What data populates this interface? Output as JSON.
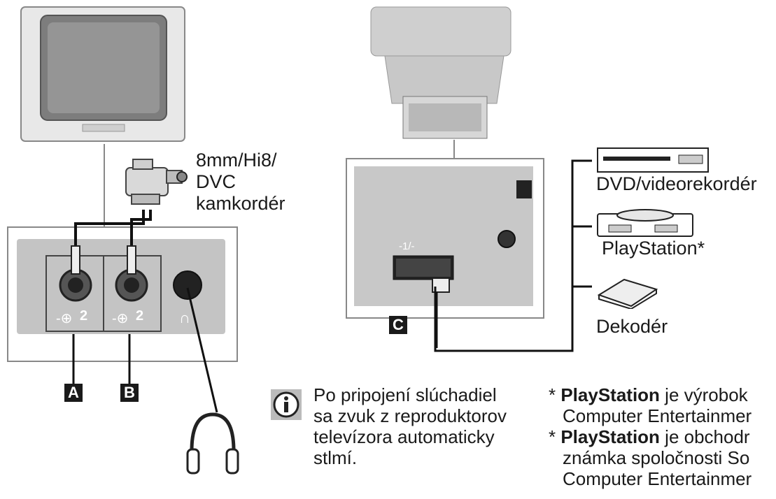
{
  "camcorder_label": [
    "8mm/Hi8/",
    "DVC",
    "kamkordér"
  ],
  "jack_labels": {
    "in1": "2",
    "in2": "2"
  },
  "scart_label": "-1/-",
  "devices": {
    "dvd": "DVD/videorekordér",
    "playstation": "PlayStation*",
    "decoder": "Dekodér"
  },
  "letters": {
    "a": "A",
    "b": "B",
    "c": "C"
  },
  "info_note": [
    "Po pripojení slúchadiel",
    "sa zvuk z reproduktorov",
    "televízora automaticky",
    "stlmí."
  ],
  "footnotes": [
    {
      "star": "* ",
      "brand": "PlayStation",
      "text": " je výrobok",
      "line2": "Computer Entertainmer"
    },
    {
      "star": "* ",
      "brand": "PlayStation",
      "text": " je obchodr",
      "line2": "známka spoločnosti So",
      "line3": "Computer Entertainmer"
    }
  ],
  "icons": [
    "tv-front-icon",
    "tv-back-icon",
    "camcorder-icon",
    "headphones-icon",
    "dvd-recorder-icon",
    "playstation-icon",
    "decoder-icon",
    "info-icon"
  ]
}
